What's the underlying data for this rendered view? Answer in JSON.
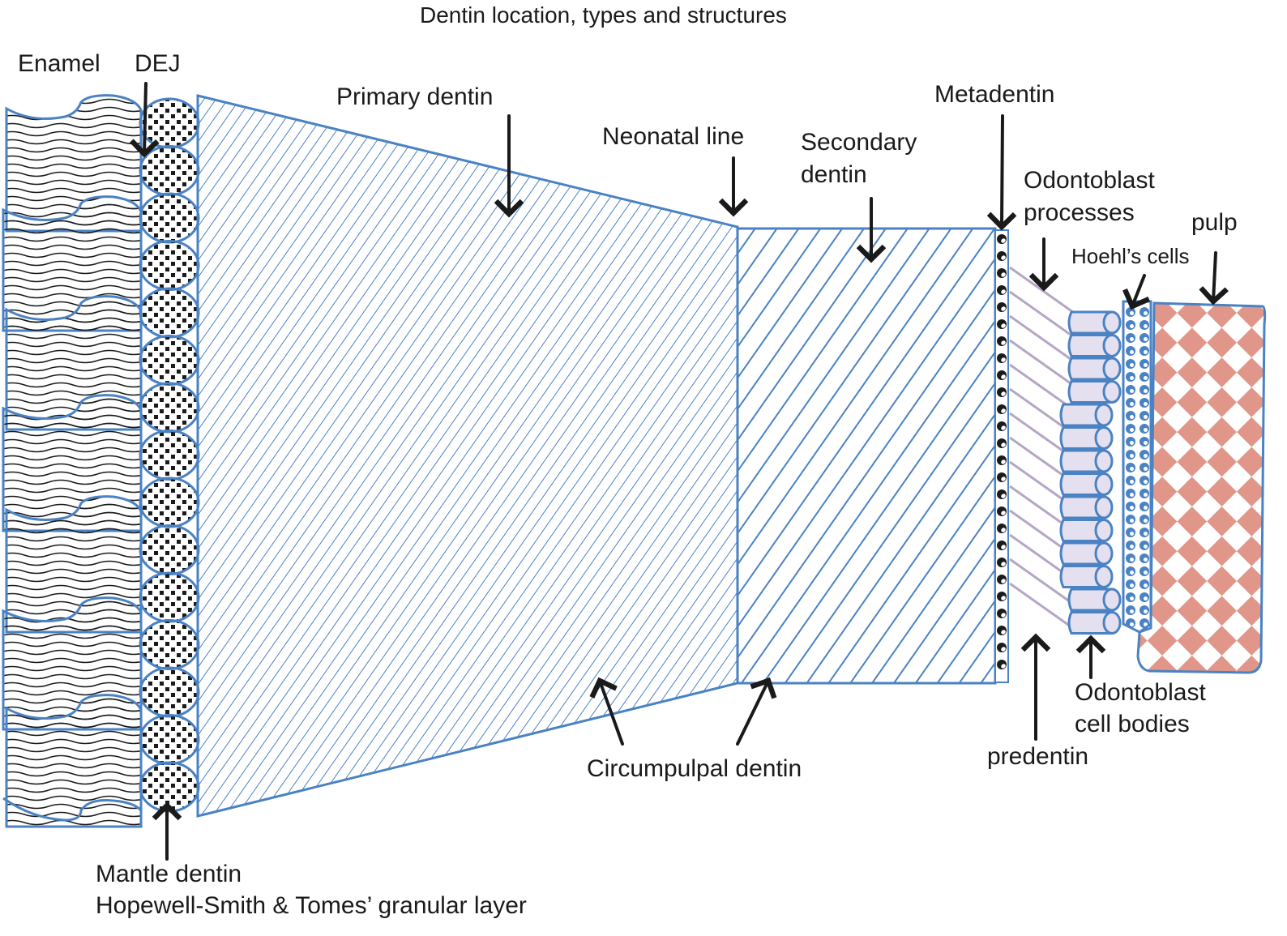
{
  "title": "Dentin location, types and structures",
  "colors": {
    "outline": "#4a82c3",
    "hatch": "#4a82c3",
    "ink": "#1a1a1a",
    "pulp": "#e0978a",
    "odontoblast_fill": "#e4e0ef",
    "process_line": "#b5a6c6"
  },
  "labels": {
    "enamel": "Enamel",
    "dej": "DEJ",
    "primary_dentin": "Primary dentin",
    "neonatal_line": "Neonatal line",
    "secondary_dentin_1": "Secondary",
    "secondary_dentin_2": "dentin",
    "metadentin": "Metadentin",
    "odontoblast_processes_1": "Odontoblast",
    "odontoblast_processes_2": "processes",
    "hoehls_cells": "Hoehl’s cells",
    "pulp": "pulp",
    "odontoblast_cell_bodies_1": "Odontoblast",
    "odontoblast_cell_bodies_2": "cell bodies",
    "predentin": "predentin",
    "circumpulpal_dentin": "Circumpulpal dentin",
    "mantle_dentin_1": "Mantle dentin",
    "mantle_dentin_2": "Hopewell-Smith & Tomes’ granular layer"
  }
}
